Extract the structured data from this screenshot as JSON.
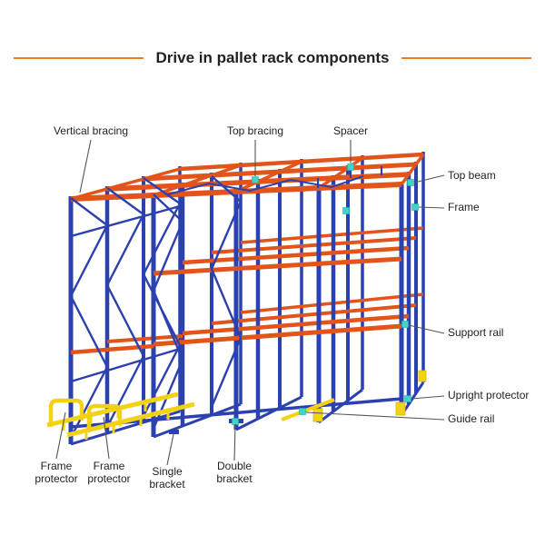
{
  "title": "Drive in pallet rack components",
  "labels": {
    "vertical_bracing": "Vertical bracing",
    "top_bracing": "Top bracing",
    "spacer": "Spacer",
    "top_beam": "Top beam",
    "frame": "Frame",
    "support_rail": "Support rail",
    "upright_protector": "Upright protector",
    "guide_rail": "Guide rail",
    "frame_protector_left": "Frame protector",
    "frame_protector_mid": "Frame protector",
    "single_bracket": "Single bracket",
    "double_bracket": "Double bracket"
  },
  "colors": {
    "accent_orange": "#f07f23",
    "beam_orange": "#e2541a",
    "frame_blue": "#2c41b0",
    "guard_yellow": "#f2d211",
    "marker_teal": "#3fd4c6",
    "label_text": "#1f1f1f"
  },
  "diagram": {
    "type": "labeled-component-diagram",
    "subject": "drive-in pallet rack"
  }
}
